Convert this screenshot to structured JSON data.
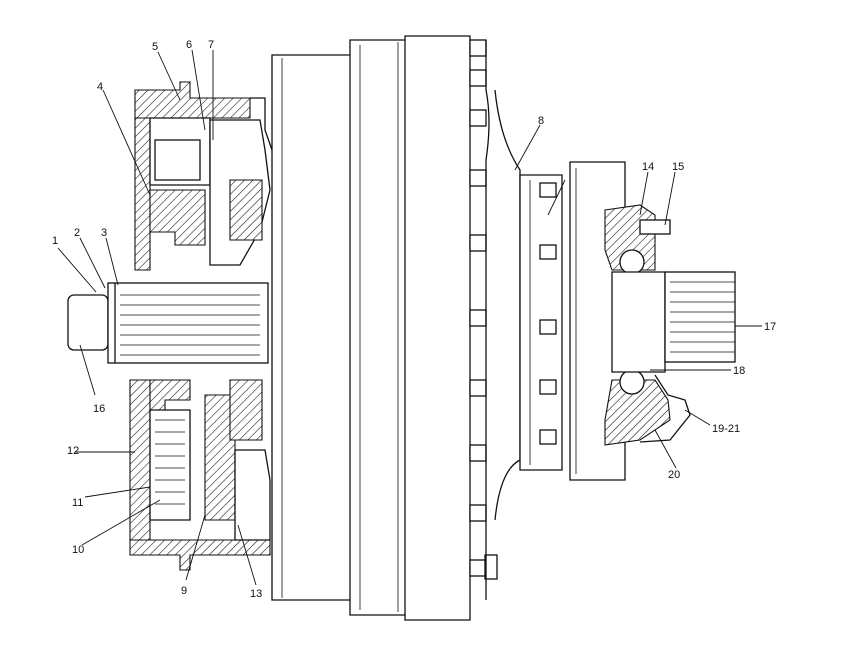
{
  "callouts": [
    {
      "id": "c1",
      "text": "1"
    },
    {
      "id": "c2",
      "text": "2"
    },
    {
      "id": "c3",
      "text": "3"
    },
    {
      "id": "c4",
      "text": "4"
    },
    {
      "id": "c5",
      "text": "5"
    },
    {
      "id": "c6",
      "text": "6"
    },
    {
      "id": "c7",
      "text": "7"
    },
    {
      "id": "c8",
      "text": "8"
    },
    {
      "id": "c9",
      "text": "9"
    },
    {
      "id": "c10",
      "text": "10"
    },
    {
      "id": "c11",
      "text": "11"
    },
    {
      "id": "c12",
      "text": "12"
    },
    {
      "id": "c13",
      "text": "13"
    },
    {
      "id": "c14",
      "text": "14"
    },
    {
      "id": "c15",
      "text": "15"
    },
    {
      "id": "c16",
      "text": "16"
    },
    {
      "id": "c17",
      "text": "17"
    },
    {
      "id": "c18",
      "text": "18"
    },
    {
      "id": "c19",
      "text": "19-21"
    },
    {
      "id": "c20",
      "text": "20"
    }
  ]
}
